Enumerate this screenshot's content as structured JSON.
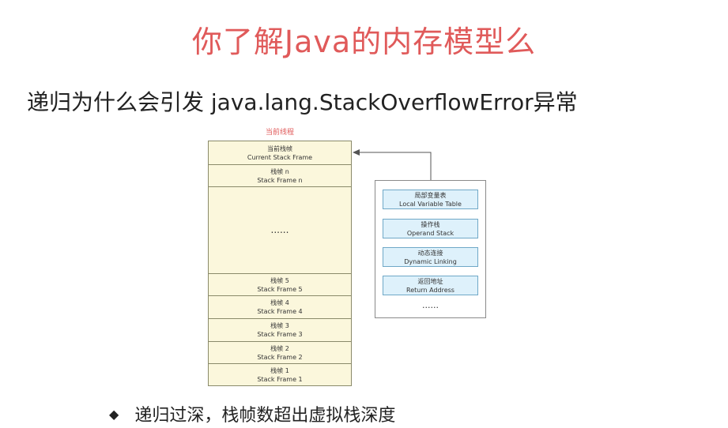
{
  "slide": {
    "title": "你了解Java的内存模型么",
    "subtitle": "递归为什么会引发 java.lang.StackOverflowError异常",
    "bullet_text": "递归过深，栈帧数超出虚拟栈深度"
  },
  "diagram": {
    "stack_caption": "当前线程",
    "frames": [
      {
        "zh": "当前栈帧",
        "en": "Current Stack Frame"
      },
      {
        "zh": "栈帧 n",
        "en": "Stack Frame n"
      },
      {
        "zh": "......",
        "en": ""
      },
      {
        "zh": "栈帧 5",
        "en": "Stack Frame 5"
      },
      {
        "zh": "栈帧 4",
        "en": "Stack Frame 4"
      },
      {
        "zh": "栈帧 3",
        "en": "Stack Frame 3"
      },
      {
        "zh": "栈帧 2",
        "en": "Stack Frame 2"
      },
      {
        "zh": "栈帧 1",
        "en": "Stack Frame 1"
      }
    ],
    "frame_contents": [
      {
        "zh": "局部变量表",
        "en": "Local Variable Table"
      },
      {
        "zh": "操作栈",
        "en": "Operand Stack"
      },
      {
        "zh": "动态连接",
        "en": "Dynamic Linking"
      },
      {
        "zh": "返回地址",
        "en": "Return Address"
      }
    ],
    "frame_contents_more": "......"
  },
  "colors": {
    "title": "#e05a5a",
    "frame_fill": "#fbf7dc",
    "content_fill": "#def1fb",
    "content_border": "#6fa8c7"
  }
}
